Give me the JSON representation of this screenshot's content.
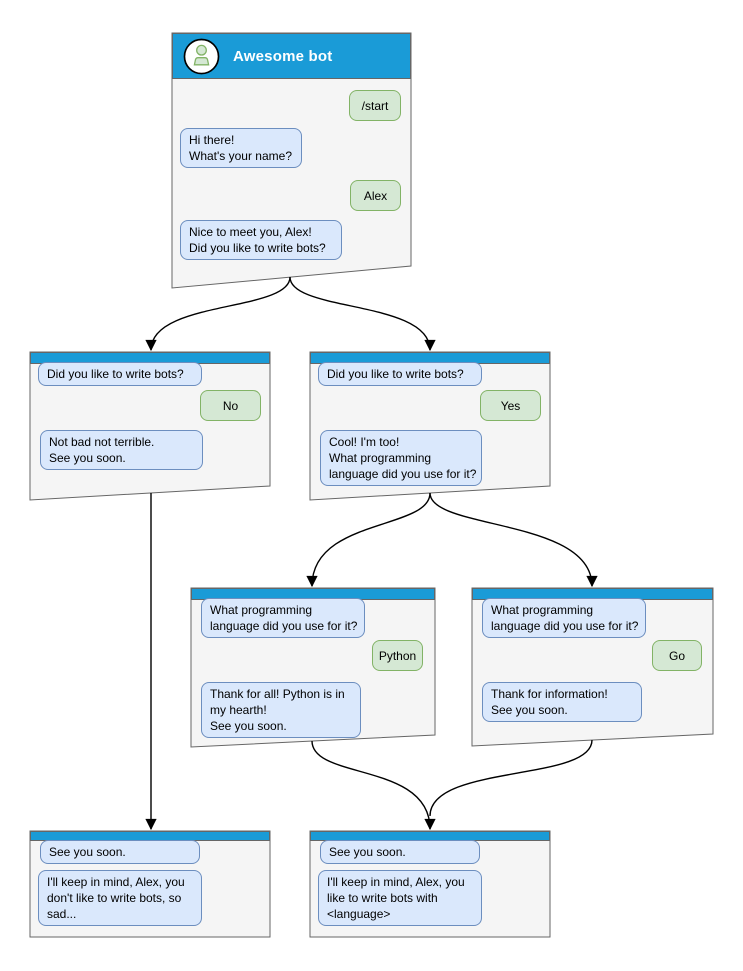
{
  "colors": {
    "header_blue": "#1a9bd7",
    "window_bg": "#f5f5f5",
    "window_border": "#666666",
    "bot_bubble_bg": "#dae8fc",
    "bot_bubble_border": "#6c8ebf",
    "user_bubble_bg": "#d5e8d4",
    "user_bubble_border": "#82b366",
    "connector": "#000000",
    "title_text": "#ffffff",
    "text": "#000000"
  },
  "windows": {
    "main": {
      "title": "Awesome bot",
      "avatar": "person-icon",
      "bubbles": {
        "start": "/start",
        "greeting": "Hi there!\nWhat's your name?",
        "name": "Alex",
        "question": "Nice to meet you, Alex!\nDid you like to write bots?"
      }
    },
    "branch_no": {
      "bubbles": {
        "question": "Did you like to write bots?",
        "answer": "No",
        "reply": "Not bad not terrible.\nSee you soon."
      }
    },
    "branch_yes": {
      "bubbles": {
        "question": "Did you like to write bots?",
        "answer": "Yes",
        "reply": "Cool! I'm too!\nWhat programming\nlanguage did you use for it?"
      }
    },
    "branch_python": {
      "bubbles": {
        "question": "What programming\nlanguage did you use for it?",
        "answer": "Python",
        "reply": "Thank for all! Python is in\nmy hearth!\nSee you soon."
      }
    },
    "branch_go": {
      "bubbles": {
        "question": "What programming\nlanguage did you use for it?",
        "answer": "Go",
        "reply": "Thank for information!\nSee you soon."
      }
    },
    "end_no": {
      "bubbles": {
        "intro": "See you soon.",
        "summary": "I'll keep in mind, Alex, you\ndon't like to write bots, so\nsad..."
      }
    },
    "end_yes": {
      "bubbles": {
        "intro": "See you soon.",
        "summary": "I'll keep in mind, Alex, you\nlike to write bots with\n<language>"
      }
    }
  },
  "edges": [
    {
      "from": "main",
      "to": "branch_no"
    },
    {
      "from": "main",
      "to": "branch_yes"
    },
    {
      "from": "branch_yes",
      "to": "branch_python"
    },
    {
      "from": "branch_yes",
      "to": "branch_go"
    },
    {
      "from": "branch_no",
      "to": "end_no"
    },
    {
      "from": "branch_python",
      "to": "end_yes"
    },
    {
      "from": "branch_go",
      "to": "end_yes"
    }
  ]
}
